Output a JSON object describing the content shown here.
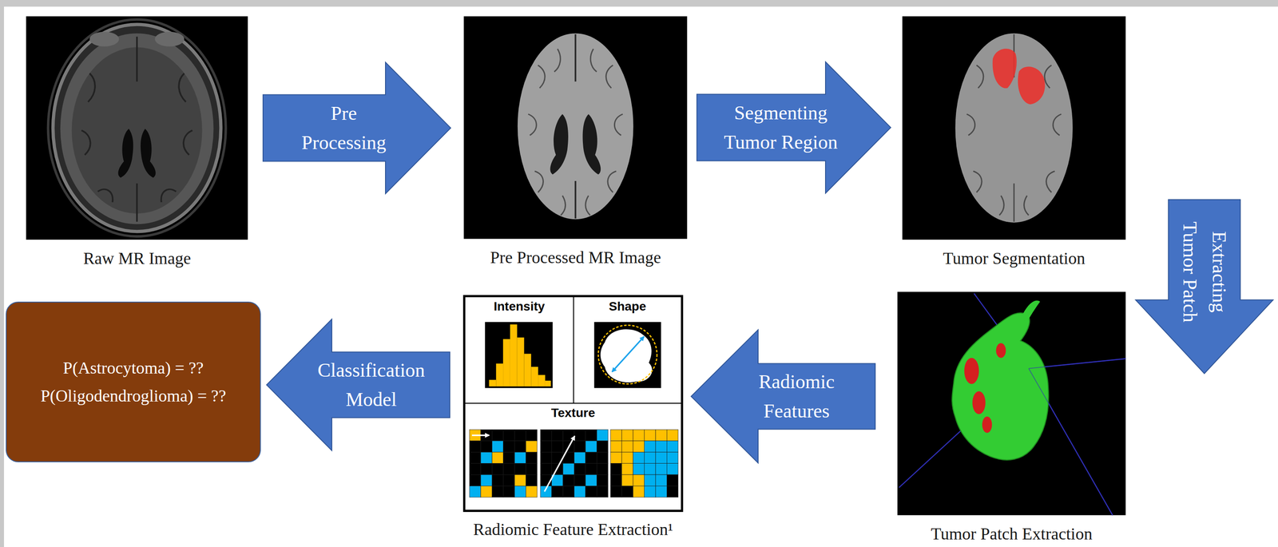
{
  "diagram": {
    "nodes": [
      {
        "text": [
          "Raw MR Image"
        ]
      },
      {
        "text": [
          "Pre Processed MR Image"
        ]
      },
      {
        "text": [
          "Tumor Segmentation"
        ]
      },
      {
        "text": [
          "P(Astrocytoma) = ??",
          "P(Oligodendroglioma) = ??"
        ]
      },
      {
        "text": [
          "Radiomic Feature Extraction¹"
        ]
      },
      {
        "text": [
          "Intensity"
        ],
        "in": 4
      },
      {
        "text": [
          "Shape"
        ],
        "in": 4
      },
      {
        "text": [
          "Texture"
        ],
        "in": 4
      },
      {
        "text": [
          "Tumor Patch Extraction"
        ]
      }
    ],
    "edges": [
      {
        "from": 0,
        "to": 1,
        "arrow": "to",
        "label": "Pre Processing"
      },
      {
        "from": 1,
        "to": 2,
        "arrow": "to",
        "label": "Segmenting Tumor Region"
      },
      {
        "from": 2,
        "to": 8,
        "arrow": "to",
        "label": "Extracting Tumor Patch"
      },
      {
        "from": 8,
        "to": 4,
        "arrow": "to",
        "label": "Radiomic Features"
      },
      {
        "from": 4,
        "to": 3,
        "arrow": "to",
        "label": "Classification Model"
      }
    ]
  }
}
